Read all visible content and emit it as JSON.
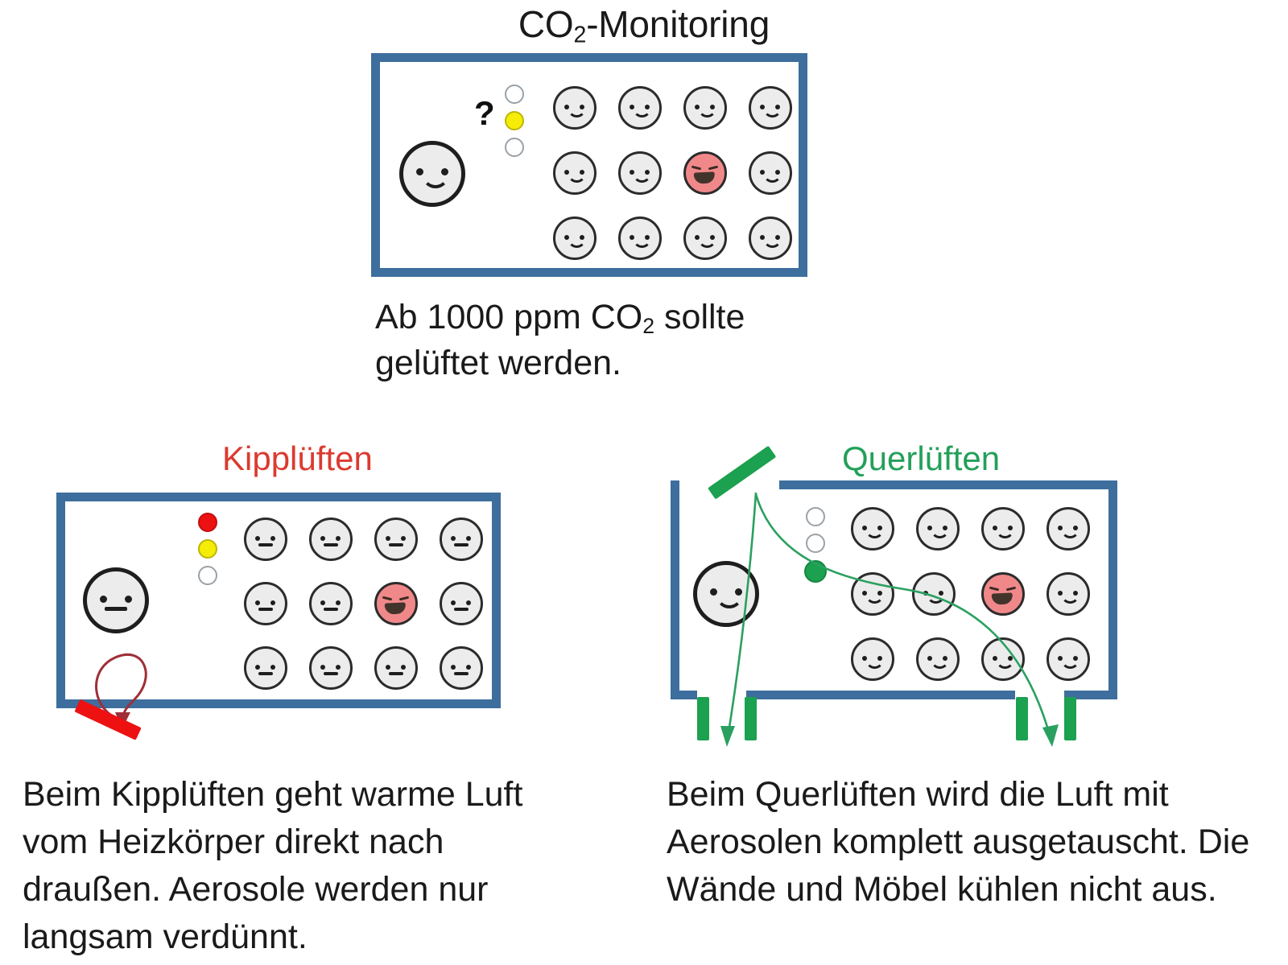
{
  "title": {
    "text_before": "CO",
    "subscript": "2",
    "text_after": "-Monitoring"
  },
  "caption_top": {
    "line1_before": "Ab 1000 ppm CO",
    "line1_sub": "2",
    "line1_after": " sollte",
    "line2": "gelüftet werden."
  },
  "panels": {
    "kipp": {
      "title": "Kipplüften",
      "title_color": "#dc3a30",
      "body": "Beim Kipplüften geht warme Luft vom Heizkörper direkt nach draußen. Aerosole werden nur langsam verdünnt.",
      "traffic_light": [
        "red",
        "yellow",
        "off"
      ],
      "window_icon": "tilted-window-red",
      "airflow_icon": "short-loop-arrow-red",
      "faces_mood": "neutral"
    },
    "quer": {
      "title": "Querlüften",
      "title_color": "#23a05a",
      "body": "Beim Querlüften wird die Luft mit Aerosolen komplett ausgetauscht. Die Wände und Möbel kühlen nicht aus.",
      "traffic_light": [
        "off",
        "off",
        "green"
      ],
      "window_icon": "open-window-green",
      "airflow_icon": "cross-draft-arrows-green",
      "faces_mood": "smile"
    }
  },
  "top_room": {
    "traffic_light": [
      "off",
      "yellow",
      "off"
    ],
    "question_mark": "?",
    "faces_mood": "smile",
    "sick_face_position": "row2-col3",
    "teacher_face": "smile"
  },
  "colors": {
    "room_border": "#3d6e9e",
    "face_fill": "#ececec",
    "face_outline": "#2b2b2b",
    "sick_face_fill": "#f0888a",
    "light_red": "#ee1111",
    "light_yellow": "#f5ec08",
    "light_green": "#1ba14f",
    "light_off": "#ffffff",
    "arrow_red": "#a03038",
    "arrow_green": "#23a05a"
  },
  "icons": {
    "smile_face": "smiling-face-icon",
    "neutral_face": "neutral-face-icon",
    "sick_face": "sick-face-icon",
    "traffic_light": "traffic-light-icon",
    "window_tilted": "tilted-window-icon",
    "window_open": "open-window-icon"
  }
}
